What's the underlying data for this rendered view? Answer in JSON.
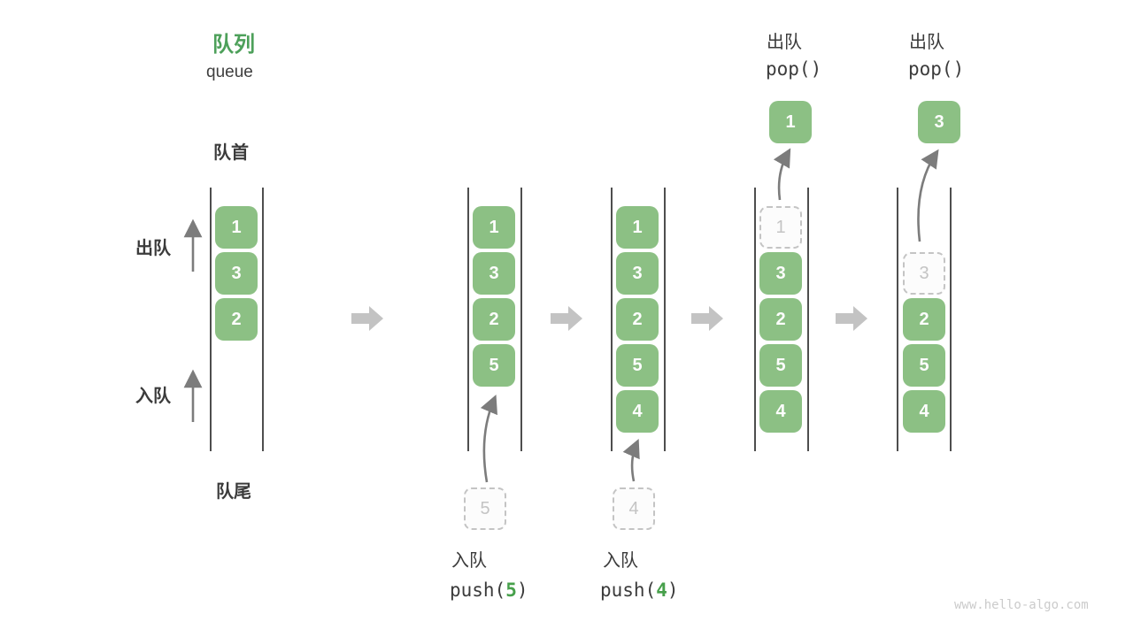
{
  "title": {
    "zh": "队列",
    "en": "queue"
  },
  "labels": {
    "front": "队首",
    "rear": "队尾",
    "dequeue_side": "出队",
    "enqueue_side": "入队"
  },
  "colors": {
    "title_green": "#4da05a",
    "box_green": "#8cc084",
    "arg_green": "#47a04b",
    "ghost_gray": "#c4c4c4",
    "arrow_gray": "#7c7c7c",
    "flow_arrow_gray": "#c3c3c3"
  },
  "columns": [
    {
      "boxes": [
        "1",
        "3",
        "2"
      ]
    },
    {
      "boxes": [
        "1",
        "3",
        "2",
        "5"
      ],
      "staged": "5",
      "op": {
        "word": "入队",
        "code_pre": "push(",
        "arg": "5",
        "code_post": ")"
      }
    },
    {
      "boxes": [
        "1",
        "3",
        "2",
        "5",
        "4"
      ],
      "staged": "4",
      "op": {
        "word": "入队",
        "code_pre": "push(",
        "arg": "4",
        "code_post": ")"
      }
    },
    {
      "boxes": [
        "3",
        "2",
        "5",
        "4"
      ],
      "ghost": "1",
      "popped": "1",
      "op": {
        "word": "出队",
        "code": "pop()"
      }
    },
    {
      "boxes": [
        "2",
        "5",
        "4"
      ],
      "ghost": "3",
      "popped": "3",
      "op": {
        "word": "出队",
        "code": "pop()"
      }
    }
  ],
  "watermark": "www.hello-algo.com"
}
